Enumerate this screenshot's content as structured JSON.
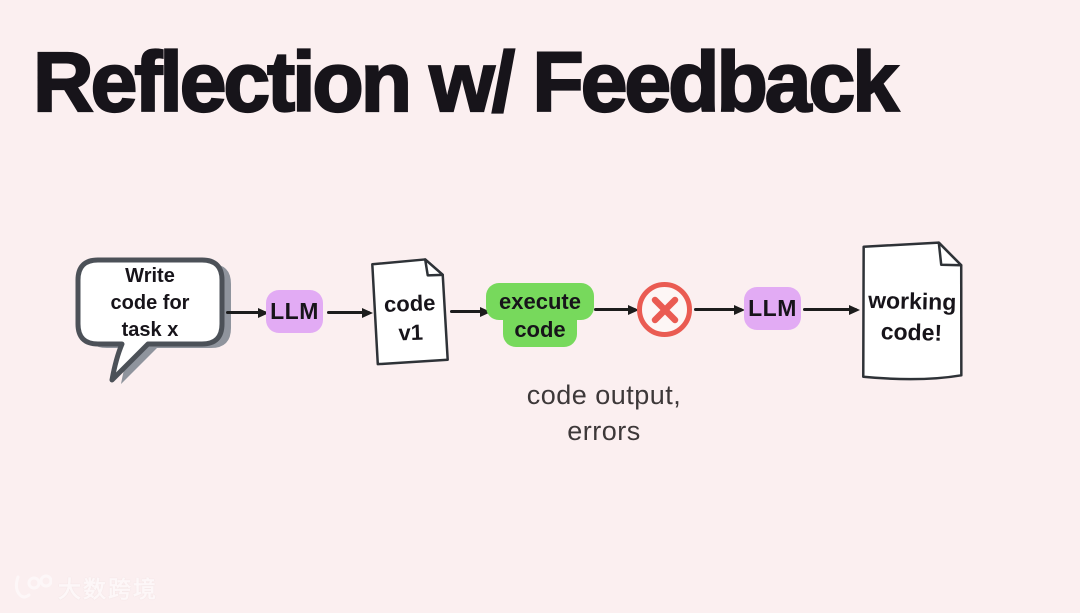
{
  "title": "Reflection w/ Feedback",
  "colors": {
    "background": "#fbeff0",
    "badge_purple": "#e2abf4",
    "blob_green": "#77d95c",
    "error_red": "#ea5b52",
    "bubble_outline": "#4c5158",
    "bubble_shadow": "#8f949d",
    "ink": "#17141a"
  },
  "flow": {
    "task_bubble": {
      "line1": "Write",
      "line2": "code for",
      "line3": "task x"
    },
    "llm_first": {
      "label": "LLM"
    },
    "code_v1_doc": {
      "line1": "code",
      "line2": "v1"
    },
    "execute_code": {
      "line1": "execute",
      "line2": "code"
    },
    "error_icon_name": "x-circle-icon",
    "llm_second": {
      "label": "LLM"
    },
    "working_code_doc": {
      "line1": "working",
      "line2": "code!"
    }
  },
  "caption": {
    "line1": "code output,",
    "line2": "errors"
  },
  "watermark": {
    "text": "大数跨境"
  }
}
